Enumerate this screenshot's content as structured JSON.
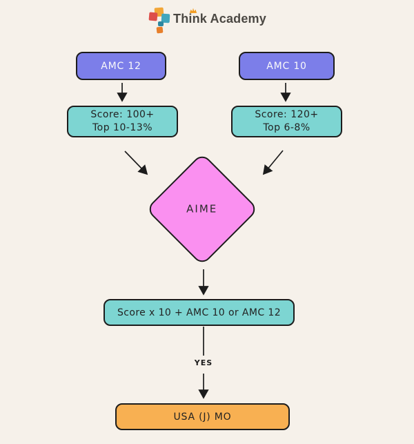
{
  "colors": {
    "bg": "#F6F1EA",
    "purple": "#7C7EE9",
    "teal": "#7DD5D2",
    "pink": "#FA90F0",
    "orange": "#F8B052",
    "outline": "#1C1C1C"
  },
  "logo": {
    "brand": "Think Academy"
  },
  "flowchart": {
    "amc12": {
      "label": "AMC 12"
    },
    "amc10": {
      "label": "AMC 10"
    },
    "score12": {
      "line1": "Score: 100+",
      "line2": "Top 10-13%"
    },
    "score10": {
      "line1": "Score: 120+",
      "line2": "Top 6-8%"
    },
    "aime": {
      "label": "AIME"
    },
    "qualify": {
      "label": "Score x 10 + AMC 10 or AMC 12"
    },
    "yes": {
      "label": "YES"
    },
    "usamo": {
      "label": "USA (J) MO"
    }
  }
}
